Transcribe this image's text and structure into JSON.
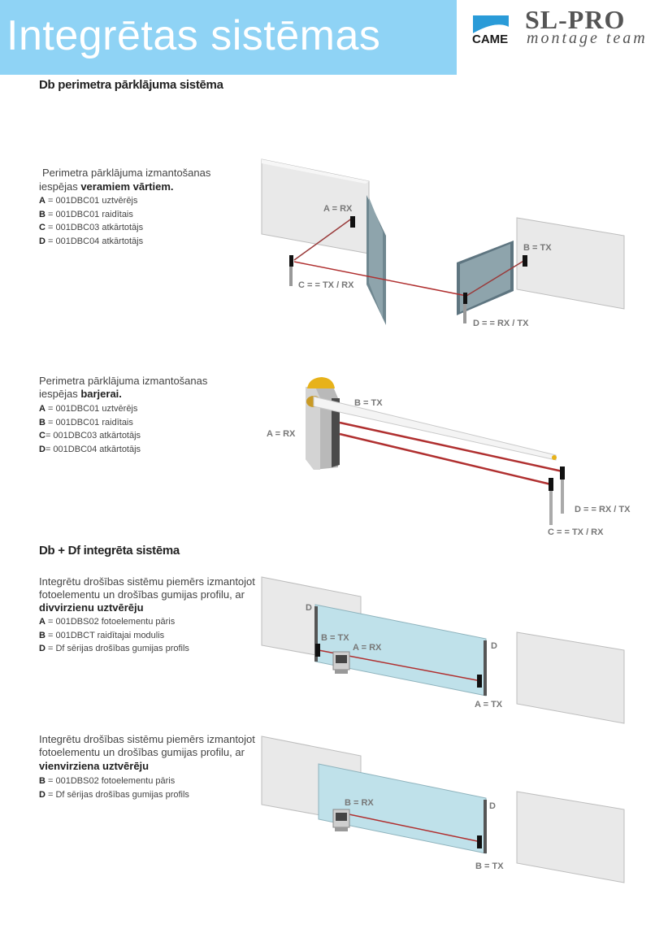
{
  "header": {
    "title": "Integrētas sistēmas",
    "came_logo_text": "CAME",
    "slpro_name": "SL-PRO",
    "slpro_tagline": "montage team",
    "colors": {
      "banner": "#8fd3f5",
      "came_blue": "#2a9bd8",
      "beam": "#b03030",
      "panel": "#bfe1ea"
    }
  },
  "section1": {
    "heading": "Db perimetra pārklājuma sistēma",
    "block1": {
      "intro_line1": "Perimetra pārklājuma izmantošanas",
      "intro_line2_prefix": "iespējas ",
      "intro_line2_bold": "veramiem vārtiem.",
      "items": [
        {
          "key": "A",
          "text": " = 001DBC01 uztvērējs"
        },
        {
          "key": "B",
          "text": " = 001DBC01 raidītais"
        },
        {
          "key": "C",
          "text": " = 001DBC03  atkārtotājs"
        },
        {
          "key": "D",
          "text": " = 001DBC04 atkārtotājs"
        }
      ],
      "labels": {
        "a": "A = RX",
        "b": "B = TX",
        "c": "C = = TX / RX",
        "d": "D = = RX / TX"
      }
    },
    "block2": {
      "intro_line1": "Perimetra pārklājuma izmantošanas",
      "intro_line2_prefix": "iespējas ",
      "intro_line2_bold": "barjerai.",
      "items": [
        {
          "key": "A",
          "text": " = 001DBC01  uztvērējs"
        },
        {
          "key": "B",
          "text": " = 001DBC01 raidītais"
        },
        {
          "key": "C",
          "text": "= 001DBC03  atkārtotājs"
        },
        {
          "key": "D",
          "text": "= 001DBC04  atkārtotājs"
        }
      ],
      "labels": {
        "a": "A = RX",
        "b": "B = TX",
        "c": "C = = TX / RX",
        "d": "D = = RX / TX"
      }
    }
  },
  "section2": {
    "heading": "Db + Df integrēta sistēma",
    "block3": {
      "intro_line1": "Integrētu drošības sistēmu piemērs izmantojot",
      "intro_line2": "fotoelementu un drošības gumijas profilu, ar",
      "intro_line3_bold": "divvirzienu uztvērēju",
      "items": [
        {
          "key": "A",
          "text": " = 001DBS02 fotoelementu pāris"
        },
        {
          "key": "B",
          "text": " = 001DBCT raidītajai modulis"
        },
        {
          "key": "D",
          "text": " = Df sērijas drošības gumijas profils"
        }
      ],
      "labels": {
        "d1": "D",
        "d2": "D",
        "btx": "B = TX",
        "arx": "A = RX",
        "atx": "A = TX"
      }
    },
    "block4": {
      "intro_line1": "Integrētu drošības sistēmu piemērs izmantojot",
      "intro_line2": "fotoelementu un drošības gumijas profilu, ar",
      "intro_line3_bold": "vienvirziena uztvērēju",
      "items": [
        {
          "key": "B",
          "text": " = 001DBS02 fotoelementu pāris"
        },
        {
          "key": "D",
          "text": " = Df sērijas drošības gumijas profils"
        }
      ],
      "labels": {
        "brx": "B = RX",
        "d": "D",
        "btx": "B = TX"
      }
    }
  }
}
